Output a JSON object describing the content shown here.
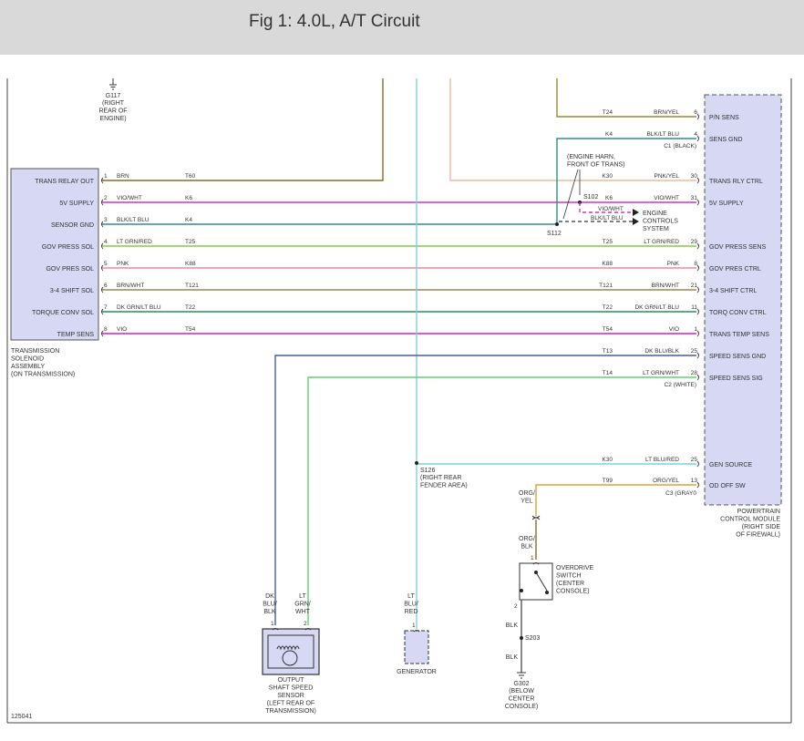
{
  "header": {
    "title": "Fig 1: 4.0L, A/T Circuit"
  },
  "figure_id": "125041",
  "colors": {
    "brn": "#8a6d1e",
    "vio_wht": "#cc33cc",
    "blk_ltblu": "#2f8f8f",
    "ltgrn_red": "#7dcf3a",
    "pnk": "#f08a9a",
    "brn_wht": "#9b8a4a",
    "dkgrn_ltblu": "#22915a",
    "vio": "#d11fd1",
    "dkblu_blk": "#4a5aa8",
    "ltgrn_wht": "#5fd46a",
    "ltblu_red": "#7fd0e0",
    "org_yel": "#e0a030",
    "pnk_yel": "#f3b89a",
    "blk": "#555555",
    "brn_yel": "#9a8a2a",
    "box_fill": "#d6d8f4",
    "box_stroke": "#555555"
  },
  "ground_g117": {
    "id": "G117",
    "desc": [
      "(RIGHT",
      "REAR OF",
      "ENGINE)"
    ]
  },
  "solenoid_assembly": {
    "label": [
      "TRANSMISSION",
      "SOLENOID",
      "ASSEMBLY",
      "(ON TRANSMISSION)"
    ],
    "pins": [
      {
        "name": "TRANS RELAY OUT",
        "pin": "1",
        "color": "BRN",
        "circuit": "T60"
      },
      {
        "name": "5V SUPPLY",
        "pin": "2",
        "color": "VIO/WHT",
        "circuit": "K6"
      },
      {
        "name": "SENSOR GND",
        "pin": "3",
        "color": "BLK/LT BLU",
        "circuit": "K4"
      },
      {
        "name": "GOV PRESS SOL",
        "pin": "4",
        "color": "LT GRN/RED",
        "circuit": "T25"
      },
      {
        "name": "GOV PRES SOL",
        "pin": "5",
        "color": "PNK",
        "circuit": "K88"
      },
      {
        "name": "3-4 SHIFT SOL",
        "pin": "6",
        "color": "BRN/WHT",
        "circuit": "T121"
      },
      {
        "name": "TORQUE CONV SOL",
        "pin": "7",
        "color": "DK GRN/LT BLU",
        "circuit": "T22"
      },
      {
        "name": "TEMP SENS",
        "pin": "8",
        "color": "VIO",
        "circuit": "T54"
      }
    ]
  },
  "pcm": {
    "label": [
      "POWERTRAIN",
      "CONTROL MODULE",
      "(RIGHT SIDE",
      "OF FIREWALL)"
    ],
    "c1": "C1 (BLACK)",
    "c2": "C2 (WHITE)",
    "c3": "C3 (GRAY0",
    "pins": [
      {
        "name": "P/N SENS",
        "pin": "6",
        "color": "BRN/YEL",
        "circuit": "T24"
      },
      {
        "name": "SENS GND",
        "pin": "4",
        "color": "BLK/LT BLU",
        "circuit": "K4"
      },
      {
        "name": "TRANS RLY CTRL",
        "pin": "30",
        "color": "PNK/YEL",
        "circuit": "K30"
      },
      {
        "name": "5V SUPPLY",
        "pin": "31",
        "color": "VIO/WHT",
        "circuit": "K6"
      },
      {
        "name": "GOV PRESS SENS",
        "pin": "29",
        "color": "LT GRN/RED",
        "circuit": "T25"
      },
      {
        "name": "GOV PRES CTRL",
        "pin": "8",
        "color": "PNK",
        "circuit": "K88"
      },
      {
        "name": "3-4 SHIFT CTRL",
        "pin": "21",
        "color": "BRN/WHT",
        "circuit": "T121"
      },
      {
        "name": "TORQ CONV CTRL",
        "pin": "11",
        "color": "DK GRN/LT BLU",
        "circuit": "T22"
      },
      {
        "name": "TRANS TEMP SENS",
        "pin": "1",
        "color": "VIO",
        "circuit": "T54"
      },
      {
        "name": "SPEED SENS GND",
        "pin": "25",
        "color": "DK BLU/BLK",
        "circuit": "T13"
      },
      {
        "name": "SPEED SENS SIG",
        "pin": "28",
        "color": "LT GRN/WHT",
        "circuit": "T14"
      },
      {
        "name": "GEN SOURCE",
        "pin": "25",
        "color": "LT BLU/RED",
        "circuit": "K30"
      },
      {
        "name": "OD OFF SW",
        "pin": "13",
        "color": "ORG/YEL",
        "circuit": "T99"
      }
    ]
  },
  "splices": {
    "s102": "S102",
    "s112": "S112",
    "s126": {
      "id": "S126",
      "desc": [
        "(RIGHT REAR",
        "FENDER AREA)"
      ]
    },
    "s203": "S203"
  },
  "engine_harness_note": [
    "(ENGINE HARN,",
    "FRONT OF TRANS)"
  ],
  "engine_controls": {
    "wire1": "VIO/WHT",
    "wire2": "BLK/LT BLU",
    "label": [
      "ENGINE",
      "CONTROLS",
      "SYSTEM"
    ]
  },
  "speed_sensor": {
    "label": [
      "OUTPUT",
      "SHAFT SPEED",
      "SENSOR",
      "(LEFT REAR OF",
      "TRANSMISSION)"
    ],
    "pin1": "1",
    "pin2": "2",
    "wire1": [
      "DK",
      "BLU/",
      "BLK"
    ],
    "wire2": [
      "LT",
      "GRN/",
      "WHT"
    ]
  },
  "generator": {
    "label": "GENERATOR",
    "pin": "1",
    "wire": [
      "LT",
      "BLU/",
      "RED"
    ]
  },
  "overdrive_switch": {
    "label": [
      "OVERDRIVE",
      "SWITCH",
      "(CENTER",
      "CONSOLE)"
    ],
    "pin1": "1",
    "pin2": "2",
    "wire_top": [
      "ORG/",
      "YEL"
    ],
    "wire_mid": [
      "ORG/",
      "BLK"
    ],
    "wire_blk1": "BLK",
    "wire_blk2": "BLK"
  },
  "ground_g302": {
    "id": "G302",
    "desc": [
      "(BELOW",
      "CENTER",
      "CONSOLE)"
    ]
  }
}
